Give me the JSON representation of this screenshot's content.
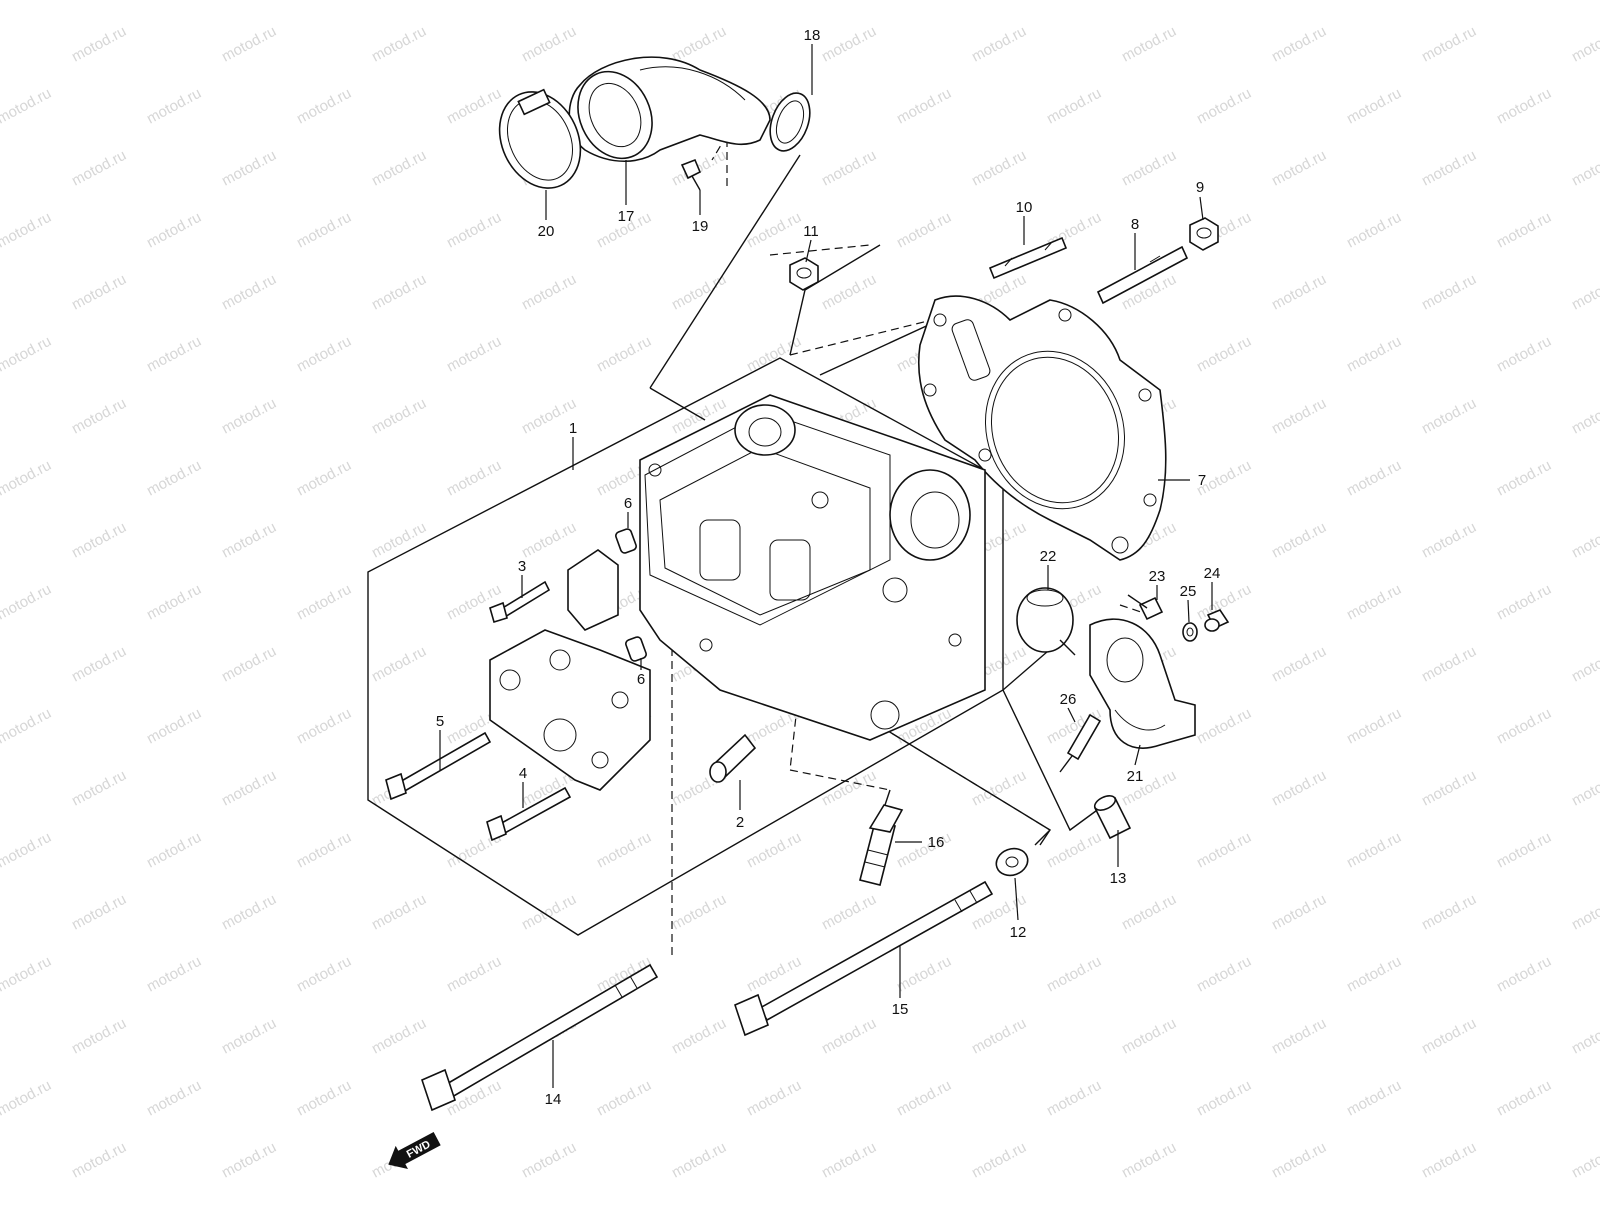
{
  "watermark": {
    "text": "motod.ru",
    "color": "#d6d6d6"
  },
  "callouts": [
    {
      "number": "1"
    },
    {
      "number": "2"
    },
    {
      "number": "3"
    },
    {
      "number": "4"
    },
    {
      "number": "5"
    },
    {
      "number": "6"
    },
    {
      "number": "6"
    },
    {
      "number": "7"
    },
    {
      "number": "8"
    },
    {
      "number": "9"
    },
    {
      "number": "10"
    },
    {
      "number": "11"
    },
    {
      "number": "12"
    },
    {
      "number": "13"
    },
    {
      "number": "14"
    },
    {
      "number": "15"
    },
    {
      "number": "16"
    },
    {
      "number": "17"
    },
    {
      "number": "18"
    },
    {
      "number": "19"
    },
    {
      "number": "20"
    },
    {
      "number": "21"
    },
    {
      "number": "22"
    },
    {
      "number": "23"
    },
    {
      "number": "24"
    },
    {
      "number": "25"
    },
    {
      "number": "26"
    }
  ],
  "direction_indicator": {
    "label": "FWD",
    "icon": "arrow-left-down-icon"
  }
}
